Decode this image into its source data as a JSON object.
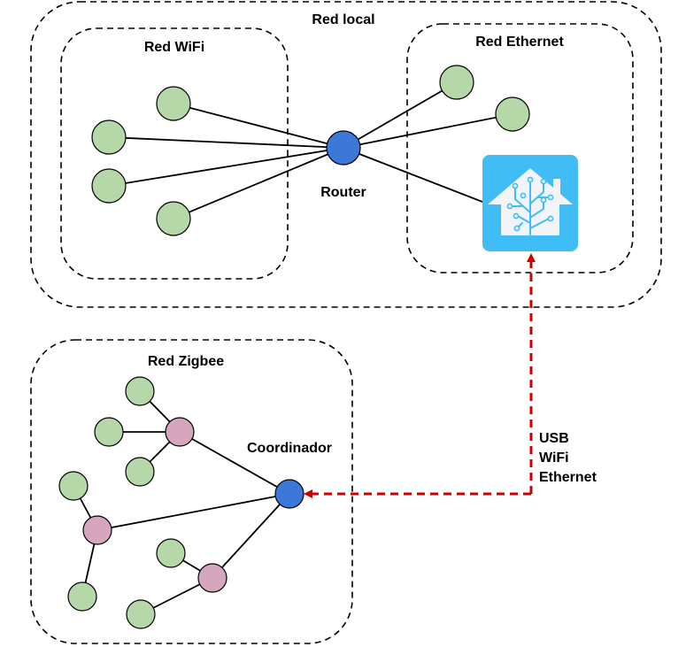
{
  "colors": {
    "leaf_node": "#b6d7a8",
    "router_node": "#3c78d8",
    "zigbee_router": "#d5a6bd",
    "link": "#cc0000",
    "ha_bg": "#41bdf5",
    "ha_house": "#f2f4f9"
  },
  "groups": {
    "local": "Red local",
    "wifi": "Red WiFi",
    "ethernet": "Red Ethernet",
    "zigbee": "Red Zigbee"
  },
  "nodes": {
    "router": "Router",
    "coordinator": "Coordinador",
    "home_assistant_icon": "home-assistant-icon"
  },
  "connection_label": [
    "USB",
    "WiFi",
    "Ethernet"
  ]
}
